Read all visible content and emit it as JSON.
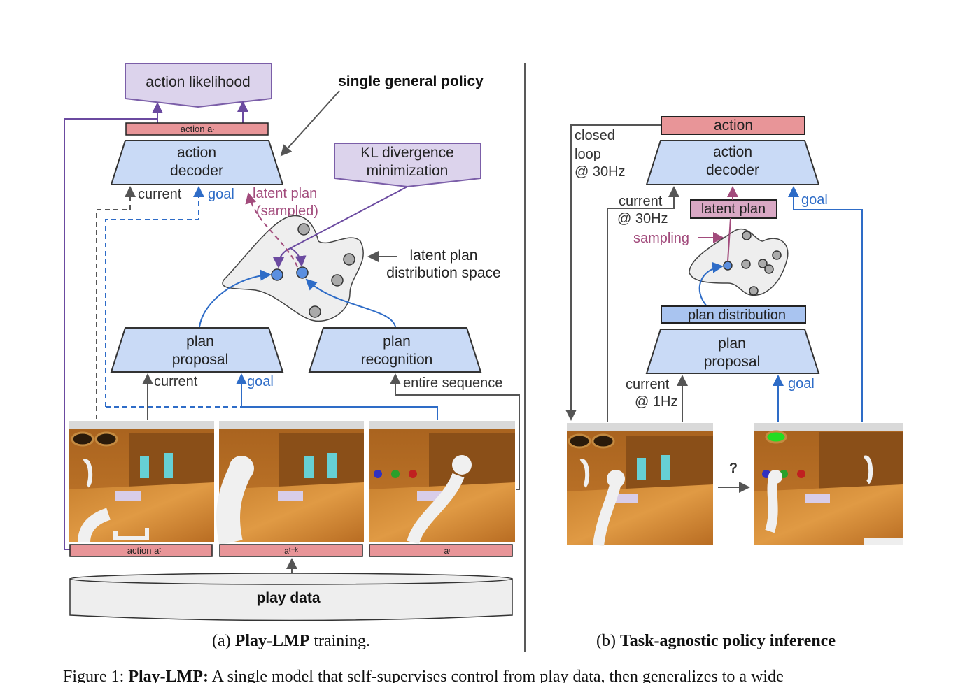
{
  "left": {
    "action_likelihood": "action likelihood",
    "single_general_policy": "single general policy",
    "action_at_top": "action aᵗ",
    "action_decoder_line1": "action",
    "action_decoder_line2": "decoder",
    "kl_line1": "KL divergence",
    "kl_line2": "minimization",
    "current": "current",
    "goal": "goal",
    "latent_plan": "latent plan",
    "sampled": "(sampled)",
    "latent_space_line1": "latent plan",
    "latent_space_line2": "distribution space",
    "plan_proposal_line1": "plan",
    "plan_proposal_line2": "proposal",
    "plan_recognition_line1": "plan",
    "plan_recognition_line2": "recognition",
    "current2": "current",
    "goal2": "goal",
    "entire_sequence": "entire sequence",
    "frame_labels": [
      "action aᵗ",
      "aᵗ⁺ᵏ",
      "aⁿ"
    ],
    "play_data": "play data",
    "caption_prefix": "(a) ",
    "caption_bold": "Play-LMP",
    "caption_suffix": " training."
  },
  "right": {
    "action": "action",
    "closed_loop_1": "closed",
    "closed_loop_2": "loop",
    "closed_loop_3": "@ 30Hz",
    "action_decoder_line1": "action",
    "action_decoder_line2": "decoder",
    "current_30hz_1": "current",
    "current_30hz_2": "@ 30Hz",
    "latent_plan": "latent plan",
    "goal": "goal",
    "sampling": "sampling",
    "plan_distribution": "plan distribution",
    "plan_proposal_line1": "plan",
    "plan_proposal_line2": "proposal",
    "current_1hz_1": "current",
    "current_1hz_2": "@ 1Hz",
    "goal2": "goal",
    "question": "?",
    "caption_prefix": "(b) ",
    "caption_bold": "Task-agnostic policy inference"
  },
  "figure_caption": {
    "prefix": "Figure 1: ",
    "bold": "Play-LMP:",
    "text": " A single model that self-supervises control from play data, then generalizes to a wide"
  },
  "colors": {
    "purple_fill": "#dcd3ec",
    "purple_stroke": "#7b5ea8",
    "blue_fill": "#c9daf6",
    "pink_fill": "#e89598",
    "plum_fill": "#d9a8c4",
    "blue_arrow": "#2e6cc7",
    "plum_text": "#a24b7c",
    "gray": "#555555"
  }
}
